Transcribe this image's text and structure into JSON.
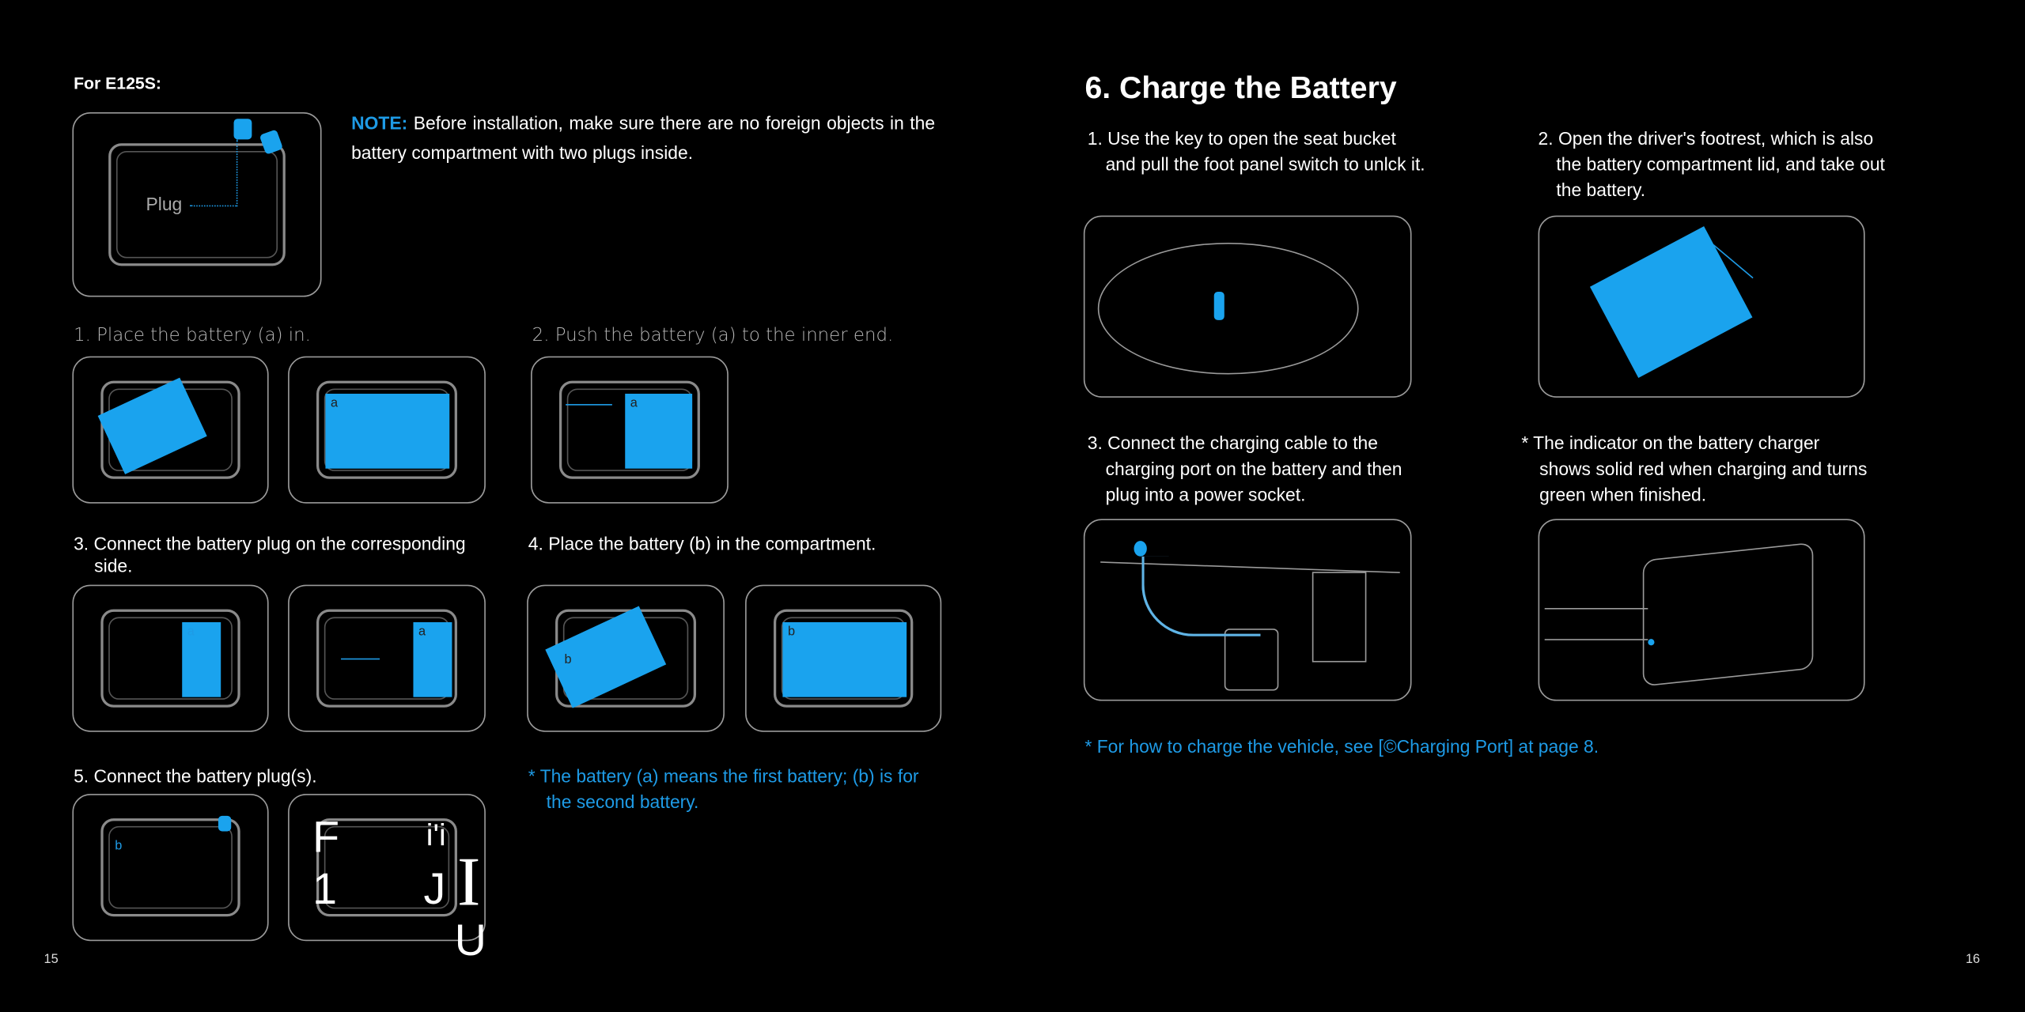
{
  "left_page": {
    "heading": "For E125S:",
    "plug_label": "Plug",
    "note_label": "NOTE:",
    "note_text": " Before installation, make sure there are no foreign objects in the battery compartment with two plugs inside.",
    "steps": [
      {
        "label": "1. Place the battery (a) in."
      },
      {
        "label": "2. Push the battery (a) to the inner end."
      },
      {
        "label": "3. Connect the battery plug on the corresponding side."
      },
      {
        "label": "4. Place the battery (b) in the compartment."
      },
      {
        "label": "5. Connect the battery plug(s)."
      }
    ],
    "battery_labels": {
      "a": "a",
      "b": "b"
    },
    "footnote": "* The battery (a) means the first battery; (b) is for the second battery.",
    "ocr_artifacts": [
      "F",
      "i'i",
      "1",
      "J",
      "I",
      "U"
    ],
    "page_number": "15"
  },
  "right_page": {
    "title": "6. Charge the Battery",
    "steps": [
      {
        "label": "1. Use the key to open the seat bucket and pull the foot panel switch to unlck it."
      },
      {
        "label": "2. Open the driver's footrest, which is also the battery compartment lid, and take out the battery."
      },
      {
        "label": "3. Connect the charging cable to the charging port on the battery and then plug into a power socket."
      }
    ],
    "indicator_note": "* The indicator on the battery charger shows solid red when charging and turns green when finished.",
    "footnote": "* For how to charge the vehicle, see [©Charging Port] at page 8.",
    "page_number": "16"
  },
  "colors": {
    "accent": "#1e9be6",
    "background": "#000000",
    "line": "#9a9a9a"
  }
}
